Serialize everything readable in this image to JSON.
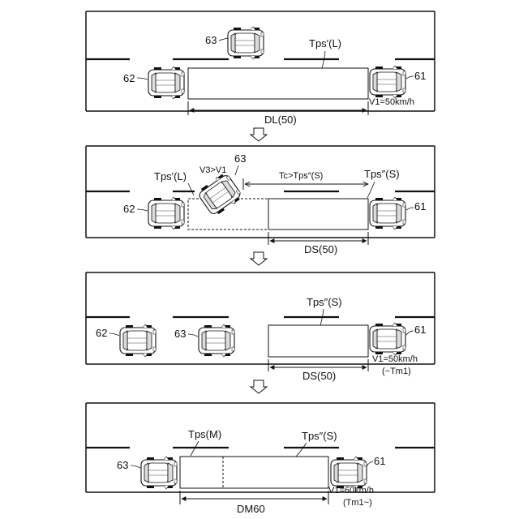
{
  "panel1": {
    "car_a": "63",
    "car_b": "62",
    "car_c": "61",
    "zone_label": "Tps′(L)",
    "speed": "V1=50km/h",
    "dim_label": "DL(50)"
  },
  "panel2": {
    "car_a": "63",
    "car_b": "62",
    "car_c": "61",
    "zone_l_label": "Tps′(L)",
    "zone_s_label": "Tps″(S)",
    "speed_cmp": "V3>V1",
    "time_label": "Tc>Tps″(S)",
    "dim_label": "DS(50)"
  },
  "panel3": {
    "car_b": "62",
    "car_a": "63",
    "car_c": "61",
    "zone_label": "Tps″(S)",
    "speed": "V1=50km/h",
    "time": "(~Tm1)",
    "dim_label": "DS(50)"
  },
  "panel4": {
    "car_a": "63",
    "car_c": "61",
    "zone_m_label": "Tps(M)",
    "zone_s_label": "Tps″(S)",
    "speed": "V1=60km/h",
    "time": "(Tm1~)",
    "dim_label": "DM60"
  },
  "icons": {
    "car": "car-icon",
    "flow_arrow": "down-arrow-icon"
  }
}
